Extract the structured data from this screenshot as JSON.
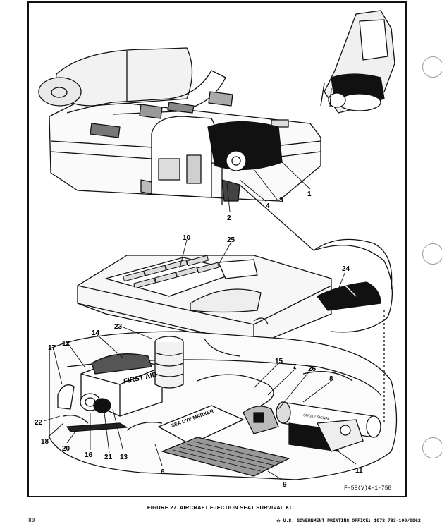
{
  "figure": {
    "caption": "FIGURE 27.  AIRCRAFT EJECTION SEAT SURVIVAL KIT",
    "code": "F-5E(V)4-1-758"
  },
  "labels": {
    "first_aid": "FIRST AID",
    "sea_dye_marker": "SEA DYE MARKER",
    "smoke_signal": "SMOKE SIGNAL"
  },
  "callouts": [
    "1",
    "2",
    "3",
    "4",
    "25",
    "10",
    "24",
    "23",
    "14",
    "12",
    "17",
    "15",
    "7",
    "26",
    "8",
    "22",
    "18",
    "20",
    "16",
    "21",
    "13",
    "6",
    "9",
    "11"
  ],
  "footer": {
    "page_number": "80",
    "printing_office": "☆ U.S. GOVERNMENT PRINTING OFFICE: 1978—783-100/0962"
  }
}
